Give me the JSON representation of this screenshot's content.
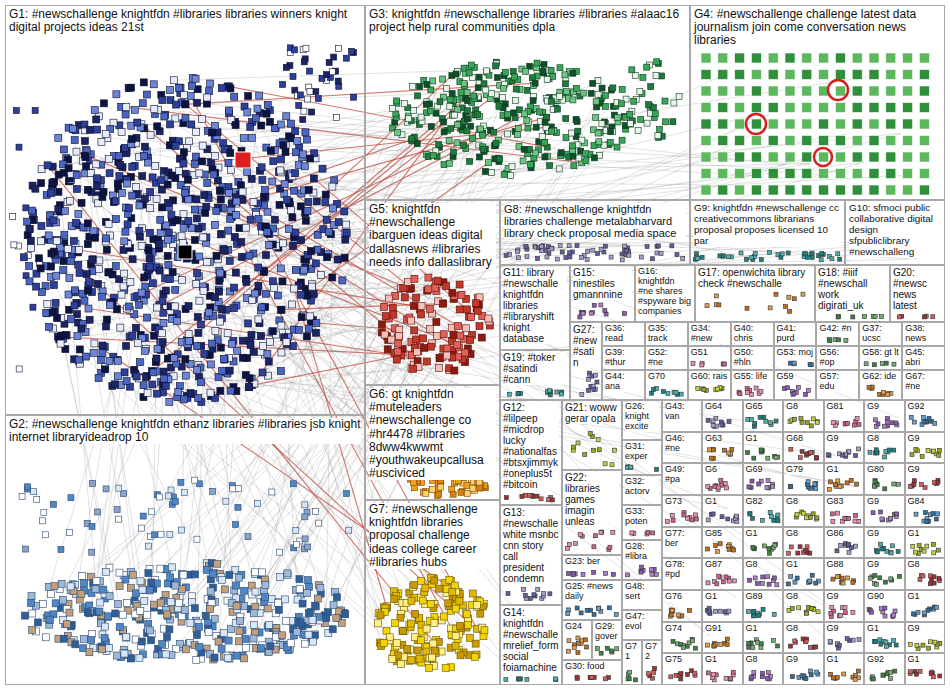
{
  "diagram": {
    "nodes": [
      {
        "text": [
          "G1: #newschallenge knightfdn #libraries libraries winners knight digital projects ideas 21st"
        ]
      },
      {
        "text": [
          "G2: #newschallenge knightfdn ethanz libraries #libraries jsb knight internet libraryideadrop 10"
        ]
      },
      {
        "text": [
          "G3: knightfdn #newschallenge libraries #libraries #alaac16 project help rural communities dpla"
        ]
      },
      {
        "text": [
          "G4: #newschallenge challenge latest data journalism join come conversation news libraries"
        ]
      },
      {
        "text": [
          "G5: knightfdn #newschallenge ibarguen ideas digital dallasnews #libraries needs info dallaslibrary"
        ]
      },
      {
        "text": [
          "G6: gt knightfdn #muteleaders #newschallenge co #hr4478 #libraries 8dww4kwwmt #youthwakeupcallusa #usciviced"
        ]
      },
      {
        "text": [
          "G7: #newschallenge knightfdn libraries proposal challenge ideas college career #libraries hubs"
        ]
      },
      {
        "text": [
          "G8: #newschallenge knightfdn libraries challenge metalabharvard library check proposal media space"
        ]
      },
      {
        "text": [
          "G9: knightfdn #newschallenge cc creativecommons librarians proposal proposes licensed 10 par"
        ]
      },
      {
        "text": [
          "G10: sfmoci public collaborative digital design sfpubliclibrary #newschalleng"
        ]
      },
      {
        "text": [
          "G11: library #newschalle knightfdn libraries #libraryshift knight database"
        ]
      },
      {
        "text": [
          "G15: ninestiles gmannnine"
        ]
      },
      {
        "text": [
          "G16: knightfdn #ne shares #spyware big companies"
        ]
      },
      {
        "text": [
          "G17: openwichita library check #newschalle"
        ]
      },
      {
        "text": [
          "G18: #iiif #newschall work digirati_uk"
        ]
      },
      {
        "text": [
          "G20: #newsc news latest"
        ]
      },
      {
        "text": [
          "G27: #new #satin"
        ]
      },
      {
        "text": [
          "G19: #toker #satindi #cann"
        ]
      },
      {
        "text": [
          "G36: read"
        ]
      },
      {
        "text": [
          "G35: track"
        ]
      },
      {
        "text": [
          "G34: #new"
        ]
      },
      {
        "text": [
          "G40: chris"
        ]
      },
      {
        "text": [
          "G41: purd"
        ]
      },
      {
        "text": [
          "G42: #n"
        ]
      },
      {
        "text": [
          "G37: ucsc"
        ]
      },
      {
        "text": [
          "G38: news"
        ]
      },
      {
        "text": [
          "G39: #thur"
        ]
      },
      {
        "text": [
          "G52: #ne"
        ]
      },
      {
        "text": [
          "G51"
        ]
      },
      {
        "text": [
          "G50: #hln"
        ]
      },
      {
        "text": [
          "G53: moj"
        ]
      },
      {
        "text": [
          "G56: #op"
        ]
      },
      {
        "text": [
          "G58: gt lt"
        ]
      },
      {
        "text": [
          "G45: abri"
        ]
      },
      {
        "text": [
          "G44: ana"
        ]
      },
      {
        "text": [
          "G70"
        ]
      },
      {
        "text": [
          "G60: rais"
        ]
      },
      {
        "text": [
          "G55: life"
        ]
      },
      {
        "text": [
          "G59"
        ]
      },
      {
        "text": [
          "G57: edu"
        ]
      },
      {
        "text": [
          "G62: ide"
        ]
      },
      {
        "text": [
          "G67: #ne"
        ]
      },
      {
        "text": [
          "G12: #lilpeep #micdrop lucky #nationalfas #btsxjimmyk #oneplus5t #bitcoin"
        ]
      },
      {
        "text": [
          "G13: #newschalle white msnbc cnn story call president condemn"
        ]
      },
      {
        "text": [
          "G14: knightfdn #newschalle mrelief_form social foiamachine"
        ]
      },
      {
        "text": [
          "G21: woww gerar opala"
        ]
      },
      {
        "text": [
          "G22: libraries games imagin unleas"
        ]
      },
      {
        "text": [
          "G23: ber"
        ]
      },
      {
        "text": [
          "G25: #news daily"
        ]
      },
      {
        "text": [
          "G24"
        ]
      },
      {
        "text": [
          "G29: gover"
        ]
      },
      {
        "text": [
          "G30: food"
        ]
      },
      {
        "text": [
          "G26: knight excite"
        ]
      },
      {
        "text": [
          "G31: exper"
        ]
      },
      {
        "text": [
          "G32: actorv"
        ]
      },
      {
        "text": [
          "G33: poten"
        ]
      },
      {
        "text": [
          "G28: #libra"
        ]
      },
      {
        "text": [
          "G48: sert"
        ]
      },
      {
        "text": [
          "G47: evol"
        ]
      },
      {
        "text": [
          "G71"
        ]
      },
      {
        "text": [
          "G72"
        ]
      },
      {
        "text": [
          "G43: van"
        ]
      },
      {
        "text": [
          "G46: #ne"
        ]
      },
      {
        "text": [
          "G49: #pa"
        ]
      },
      {
        "text": [
          "G73"
        ]
      },
      {
        "text": [
          "G77: ber"
        ]
      },
      {
        "text": [
          "G78: #pd"
        ]
      },
      {
        "text": [
          "G76"
        ]
      },
      {
        "text": [
          "G74"
        ]
      },
      {
        "text": [
          "G75"
        ]
      },
      {
        "text": [
          "G64"
        ]
      },
      {
        "text": [
          "G65"
        ]
      },
      {
        "text": [
          "G8"
        ]
      },
      {
        "text": [
          "G81"
        ]
      },
      {
        "text": [
          "G9"
        ]
      },
      {
        "text": [
          "G92"
        ]
      },
      {
        "text": [
          "G63"
        ]
      },
      {
        "text": [
          "G1"
        ]
      },
      {
        "text": [
          "G68"
        ]
      },
      {
        "text": [
          "G9"
        ]
      },
      {
        "text": [
          "G8"
        ]
      },
      {
        "text": [
          "G9"
        ]
      },
      {
        "text": [
          "G6"
        ]
      },
      {
        "text": [
          "G69"
        ]
      },
      {
        "text": [
          "G79"
        ]
      },
      {
        "text": [
          "G1"
        ]
      },
      {
        "text": [
          "G80"
        ]
      },
      {
        "text": [
          "G9"
        ]
      },
      {
        "text": [
          "G1"
        ]
      },
      {
        "text": [
          "G82"
        ]
      },
      {
        "text": [
          "G8"
        ]
      },
      {
        "text": [
          "G83"
        ]
      },
      {
        "text": [
          "G9"
        ]
      },
      {
        "text": [
          "G84"
        ]
      },
      {
        "text": [
          "G85"
        ]
      },
      {
        "text": [
          "G1"
        ]
      },
      {
        "text": [
          "G8"
        ]
      },
      {
        "text": [
          "G86"
        ]
      },
      {
        "text": [
          "G9"
        ]
      },
      {
        "text": [
          "G1"
        ]
      },
      {
        "text": [
          "G87"
        ]
      },
      {
        "text": [
          "G8"
        ]
      },
      {
        "text": [
          "G1"
        ]
      },
      {
        "text": [
          "G88"
        ]
      },
      {
        "text": [
          "G9"
        ]
      },
      {
        "text": [
          "G8"
        ]
      },
      {
        "text": [
          "G1"
        ]
      },
      {
        "text": [
          "G89"
        ]
      },
      {
        "text": [
          "G8"
        ]
      },
      {
        "text": [
          "G9"
        ]
      },
      {
        "text": [
          "G90"
        ]
      },
      {
        "text": [
          "G1"
        ]
      },
      {
        "text": [
          "G91"
        ]
      },
      {
        "text": [
          "G1"
        ]
      },
      {
        "text": [
          "G8"
        ]
      },
      {
        "text": [
          "G9"
        ]
      },
      {
        "text": [
          "G1"
        ]
      },
      {
        "text": [
          "G9"
        ]
      },
      {
        "text": [
          "G1"
        ]
      },
      {
        "text": [
          "G8"
        ]
      },
      {
        "text": [
          "G9"
        ]
      },
      {
        "text": [
          "G1"
        ]
      },
      {
        "text": [
          "G92"
        ]
      },
      {
        "text": [
          "G1"
        ]
      }
    ]
  }
}
